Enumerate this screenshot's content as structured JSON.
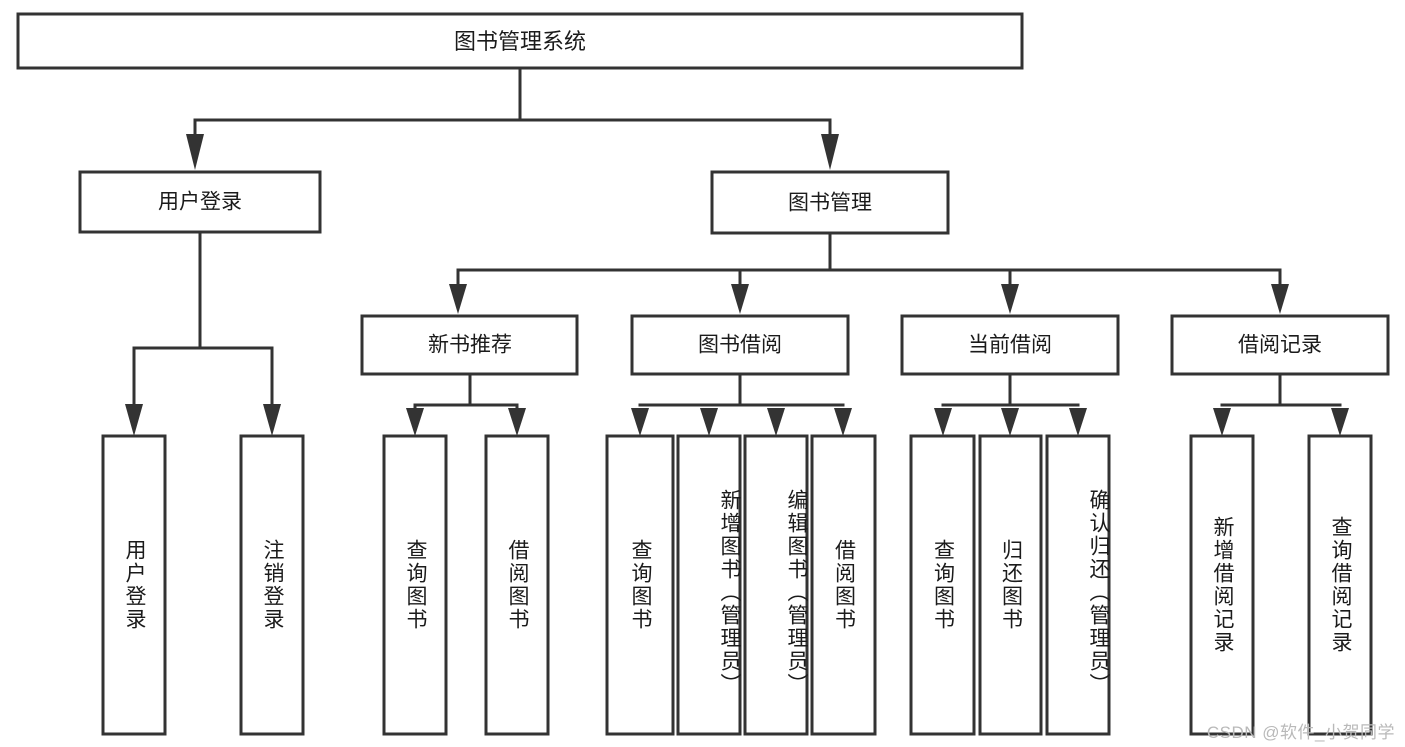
{
  "diagram": {
    "title": "图书管理系统",
    "type": "hierarchy-tree",
    "watermark": "CSDN @软件_小贺同学",
    "colors": {
      "stroke": "#333333",
      "fill": "#ffffff",
      "text": "#1b1b1b",
      "watermark": "#b9b9b9"
    },
    "root": {
      "label": "图书管理系统",
      "orientation": "horizontal"
    },
    "level2": [
      {
        "label": "用户登录",
        "orientation": "horizontal"
      },
      {
        "label": "图书管理",
        "orientation": "horizontal"
      }
    ],
    "level3": [
      {
        "label": "新书推荐",
        "orientation": "horizontal",
        "parent": "图书管理"
      },
      {
        "label": "图书借阅",
        "orientation": "horizontal",
        "parent": "图书管理"
      },
      {
        "label": "当前借阅",
        "orientation": "horizontal",
        "parent": "图书管理"
      },
      {
        "label": "借阅记录",
        "orientation": "horizontal",
        "parent": "图书管理"
      }
    ],
    "leaves": {
      "user_login": [
        {
          "label": "用户登录",
          "orientation": "vertical"
        },
        {
          "label": "注销登录",
          "orientation": "vertical"
        }
      ],
      "new_book_recommend": [
        {
          "label": "查询图书",
          "orientation": "vertical"
        },
        {
          "label": "借阅图书",
          "orientation": "vertical"
        }
      ],
      "book_borrow": [
        {
          "label": "查询图书",
          "orientation": "vertical"
        },
        {
          "label": "新增图书（管理员）",
          "orientation": "vertical"
        },
        {
          "label": "编辑图书（管理员）",
          "orientation": "vertical"
        },
        {
          "label": "借阅图书",
          "orientation": "vertical"
        }
      ],
      "current_borrow": [
        {
          "label": "查询图书",
          "orientation": "vertical"
        },
        {
          "label": "归还图书",
          "orientation": "vertical"
        },
        {
          "label": "确认归还（管理员）",
          "orientation": "vertical"
        }
      ],
      "borrow_record": [
        {
          "label": "新增借阅记录",
          "orientation": "vertical"
        },
        {
          "label": "查询借阅记录",
          "orientation": "vertical"
        }
      ]
    }
  }
}
